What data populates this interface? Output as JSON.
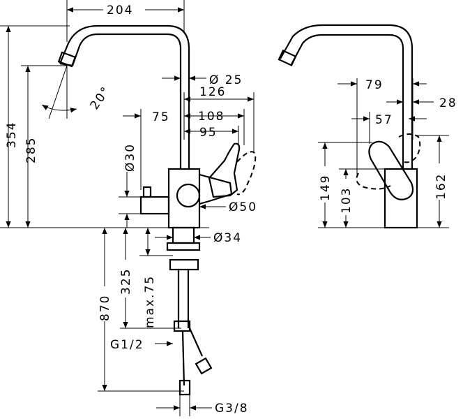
{
  "front_view": {
    "spout_reach": "204",
    "spout_angle": "20°",
    "total_height": "354",
    "spout_height": "285",
    "body_diameter_top": "Ø 25",
    "handle_span_126": "126",
    "handle_span_108": "108",
    "handle_span_95": "95",
    "offset_75": "75",
    "diameter_30": "Ø30",
    "diameter_50": "Ø50",
    "diameter_34": "Ø34",
    "below_counter_870": "870",
    "below_counter_325": "325",
    "max_thickness": "max.75",
    "thread_g12": "G1/2",
    "thread_g38": "G3/8"
  },
  "side_view": {
    "dim_79": "79",
    "dim_57": "57",
    "dim_28": "28",
    "dim_149": "149",
    "dim_103": "103",
    "dim_162": "162"
  }
}
